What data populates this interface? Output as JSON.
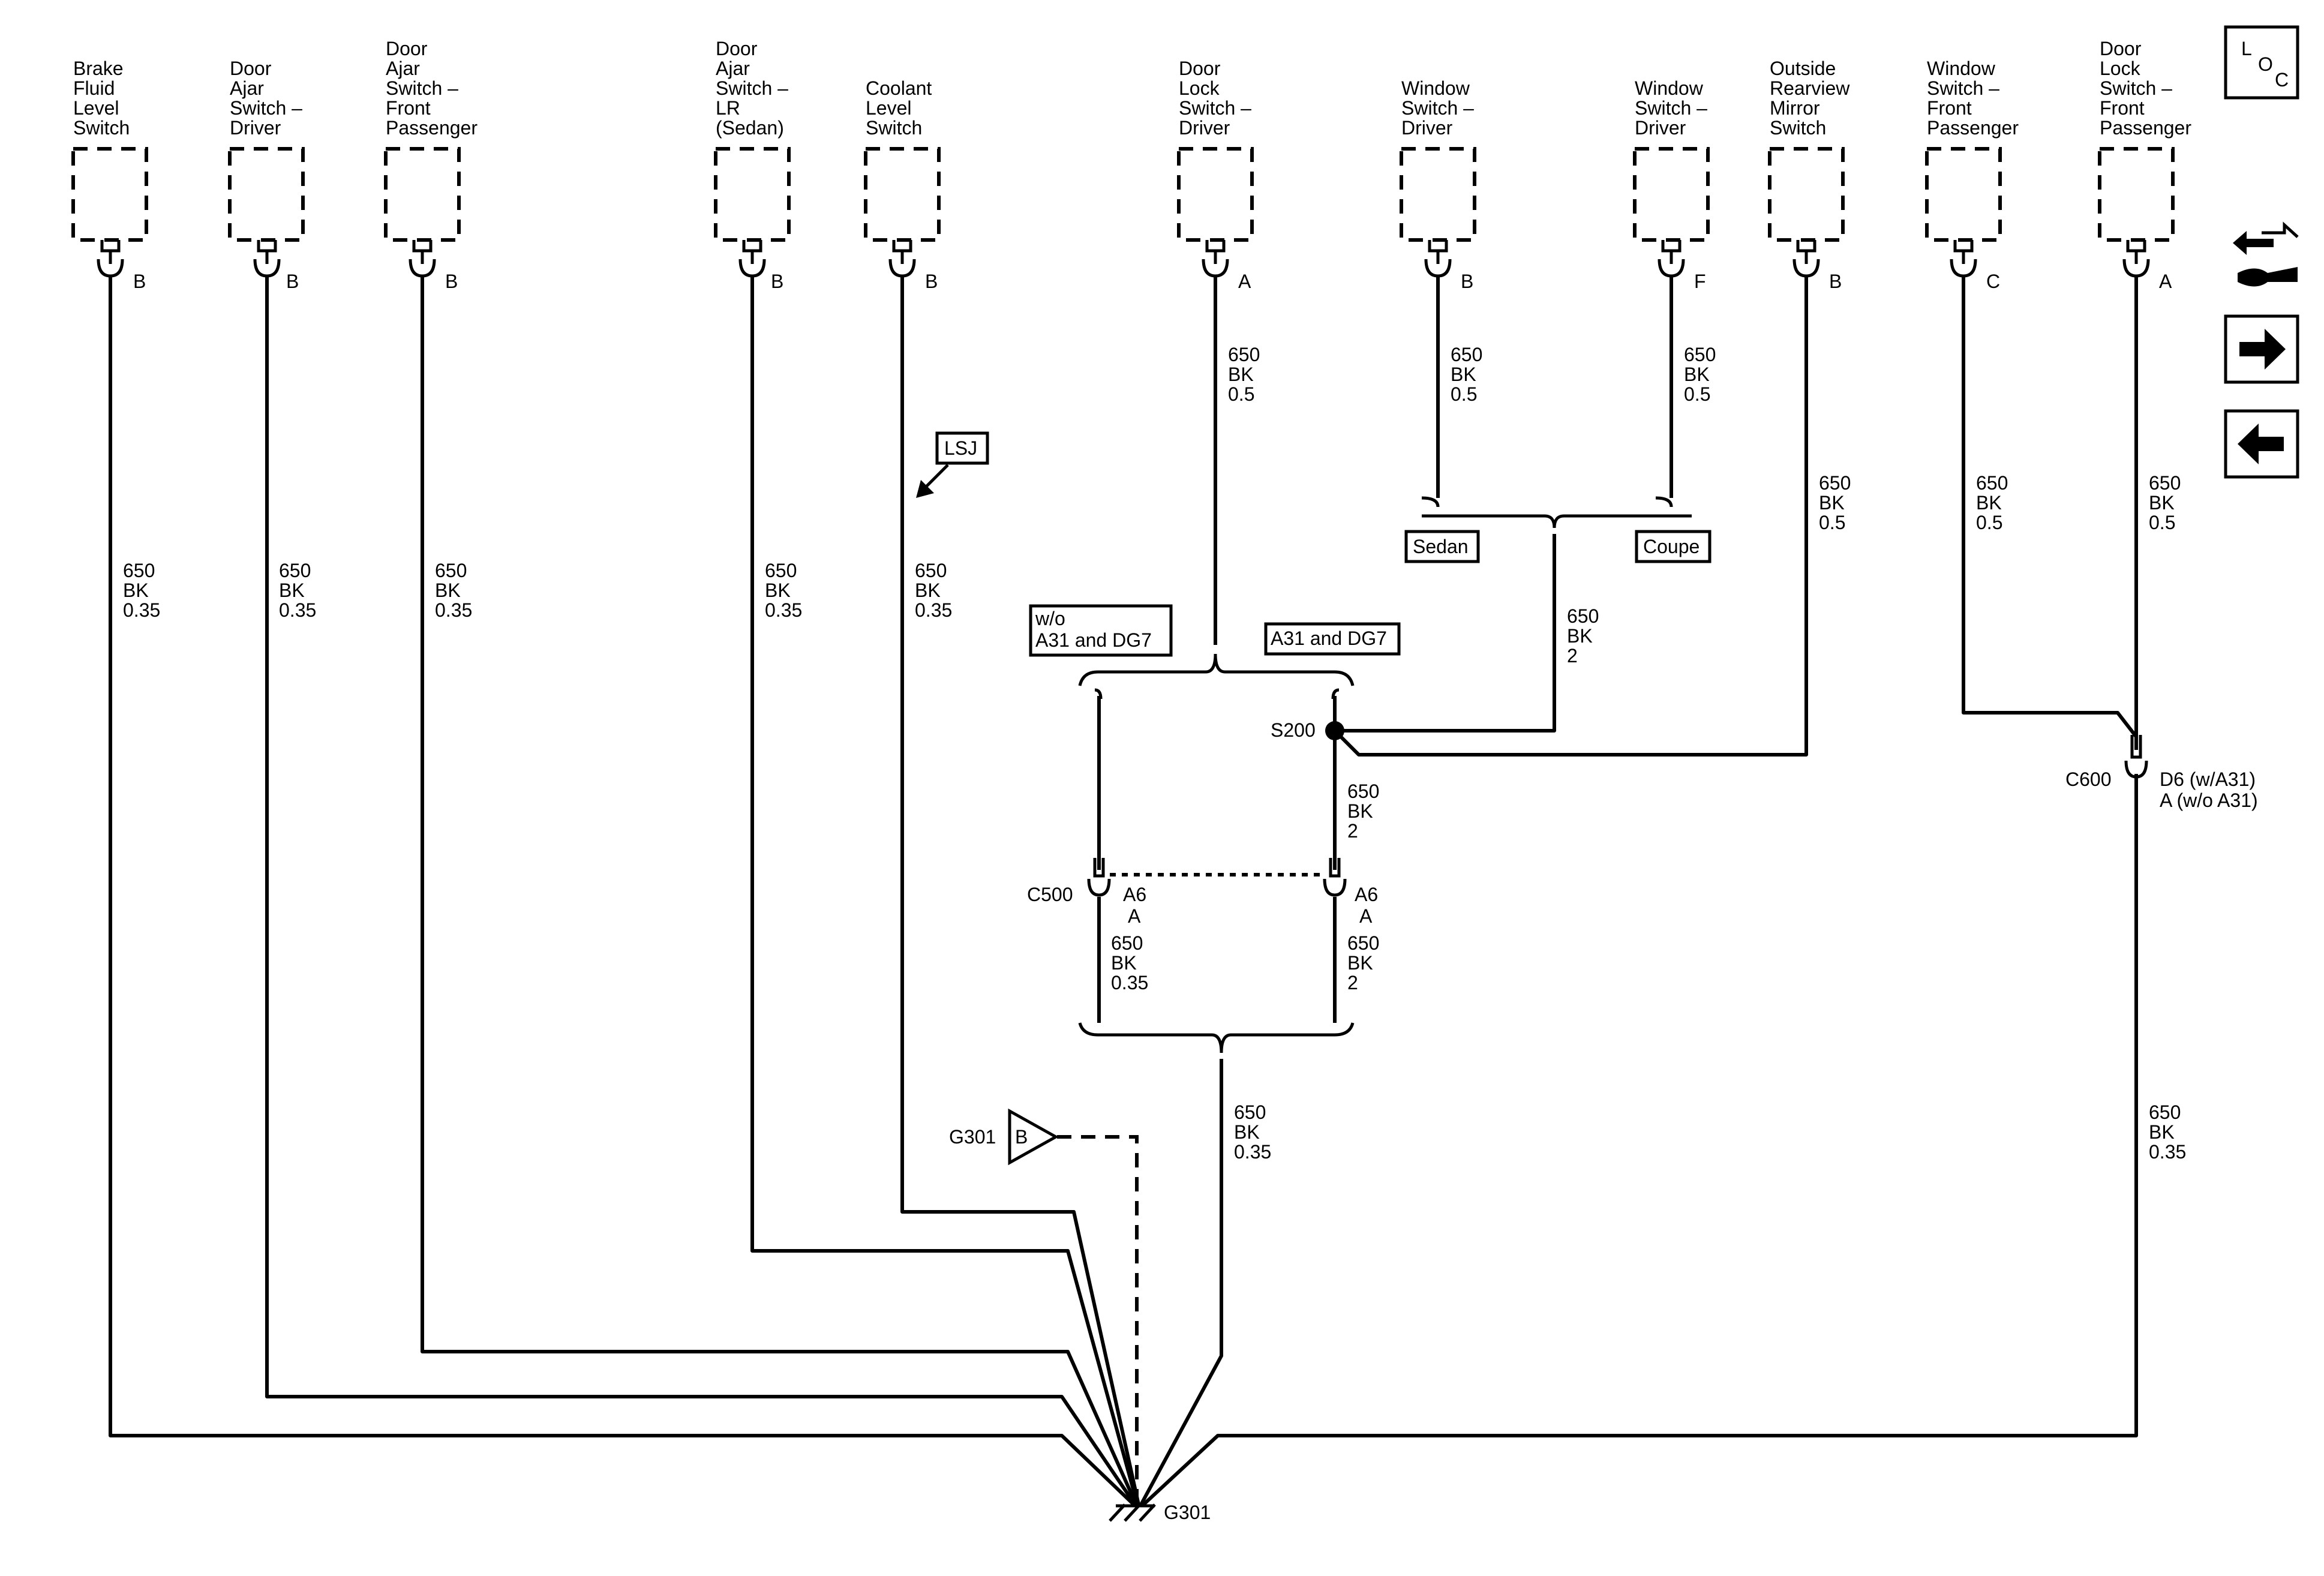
{
  "components": [
    {
      "id": "brake",
      "name": [
        "Brake",
        "Fluid",
        "Level",
        "Switch"
      ],
      "pin": "B",
      "wire": [
        "650",
        "BK",
        "0.35"
      ]
    },
    {
      "id": "door-ajar-driver",
      "name": [
        "Door",
        "Ajar",
        "Switch –",
        "Driver"
      ],
      "pin": "B",
      "wire": [
        "650",
        "BK",
        "0.35"
      ]
    },
    {
      "id": "door-ajar-front-pass",
      "name": [
        "Door",
        "Ajar",
        "Switch –",
        "Front",
        "Passenger"
      ],
      "pin": "B",
      "wire": [
        "650",
        "BK",
        "0.35"
      ]
    },
    {
      "id": "door-ajar-lr",
      "name": [
        "Door",
        "Ajar",
        "Switch –",
        "LR",
        "(Sedan)"
      ],
      "pin": "B",
      "wire": [
        "650",
        "BK",
        "0.35"
      ]
    },
    {
      "id": "coolant",
      "name": [
        "Coolant",
        "Level",
        "Switch"
      ],
      "pin": "B",
      "wire": [
        "650",
        "BK",
        "0.35"
      ]
    },
    {
      "id": "door-lock-driver",
      "name": [
        "Door",
        "Lock",
        "Switch –",
        "Driver"
      ],
      "pin": "A",
      "wire": [
        "650",
        "BK",
        "0.5"
      ]
    },
    {
      "id": "window-driver-sedan",
      "name": [
        "Window",
        "Switch –",
        "Driver"
      ],
      "pin": "B",
      "wire": [
        "650",
        "BK",
        "0.5"
      ]
    },
    {
      "id": "window-driver-coupe",
      "name": [
        "Window",
        "Switch –",
        "Driver"
      ],
      "pin": "F",
      "wire": [
        "650",
        "BK",
        "0.5"
      ]
    },
    {
      "id": "mirror",
      "name": [
        "Outside",
        "Rearview",
        "Mirror",
        "Switch"
      ],
      "pin": "B",
      "wire": [
        "650",
        "BK",
        "0.5"
      ]
    },
    {
      "id": "window-front-pass",
      "name": [
        "Window",
        "Switch –",
        "Front",
        "Passenger"
      ],
      "pin": "C",
      "wire": [
        "650",
        "BK",
        "0.5"
      ]
    },
    {
      "id": "door-lock-front-pass",
      "name": [
        "Door",
        "Lock",
        "Switch –",
        "Front",
        "Passenger"
      ],
      "pin": "A",
      "wire": [
        "650",
        "BK",
        "0.5"
      ]
    }
  ],
  "options": {
    "lsj": "LSJ",
    "wo_a31_dg7": [
      "w/o",
      "A31 and DG7"
    ],
    "a31_dg7": "A31 and DG7",
    "sedan": "Sedan",
    "coupe": "Coupe"
  },
  "splice": {
    "name": "S200",
    "wire_up": [
      "650",
      "BK",
      "2"
    ],
    "wire_down": [
      "650",
      "BK",
      "2"
    ]
  },
  "c500": {
    "name": "C500",
    "left_pin": [
      "A6",
      "A"
    ],
    "right_pin": [
      "A6",
      "A"
    ],
    "left_wire": [
      "650",
      "BK",
      "0.35"
    ],
    "right_wire": [
      "650",
      "BK",
      "2"
    ],
    "out_wire": [
      "650",
      "BK",
      "0.35"
    ]
  },
  "c600": {
    "name": "C600",
    "pins": [
      "D6 (w/A31)",
      "A (w/o A31)"
    ],
    "out_wire": [
      "650",
      "BK",
      "0.35"
    ]
  },
  "ground": {
    "name": "G301",
    "ref": "G301",
    "ref_pin": "B"
  },
  "nav": {
    "loc": [
      "L",
      "O",
      "C"
    ]
  }
}
